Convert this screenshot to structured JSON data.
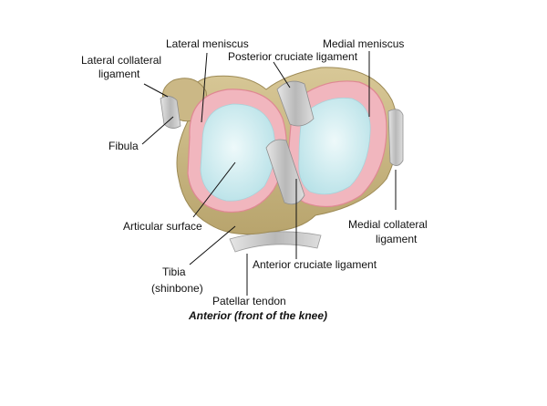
{
  "labels": {
    "lateral_meniscus": "Lateral meniscus",
    "medial_meniscus": "Medial meniscus",
    "lateral_collateral_line1": "Lateral collateral",
    "lateral_collateral_line2": "ligament",
    "posterior_cruciate": "Posterior cruciate ligament",
    "fibula": "Fibula",
    "articular_surface": "Articular surface",
    "medial_collateral_line1": "Medial collateral",
    "medial_collateral_line2": "ligament",
    "tibia_line1": "Tibia",
    "tibia_line2": "(shinbone)",
    "anterior_cruciate": "Anterior cruciate ligament",
    "patellar_tendon": "Patellar tendon",
    "caption": "Anterior (front of the knee)"
  },
  "colors": {
    "bone": "#cdbb8c",
    "bone_shadow": "#a8955f",
    "meniscus": "#f2b9c0",
    "meniscus_edge": "#e28b97",
    "cartilage": "#c9ecf0",
    "cartilage_light": "#e7f7f8",
    "ligament": "#c4c4c4",
    "ligament_dark": "#8f8f8f"
  }
}
